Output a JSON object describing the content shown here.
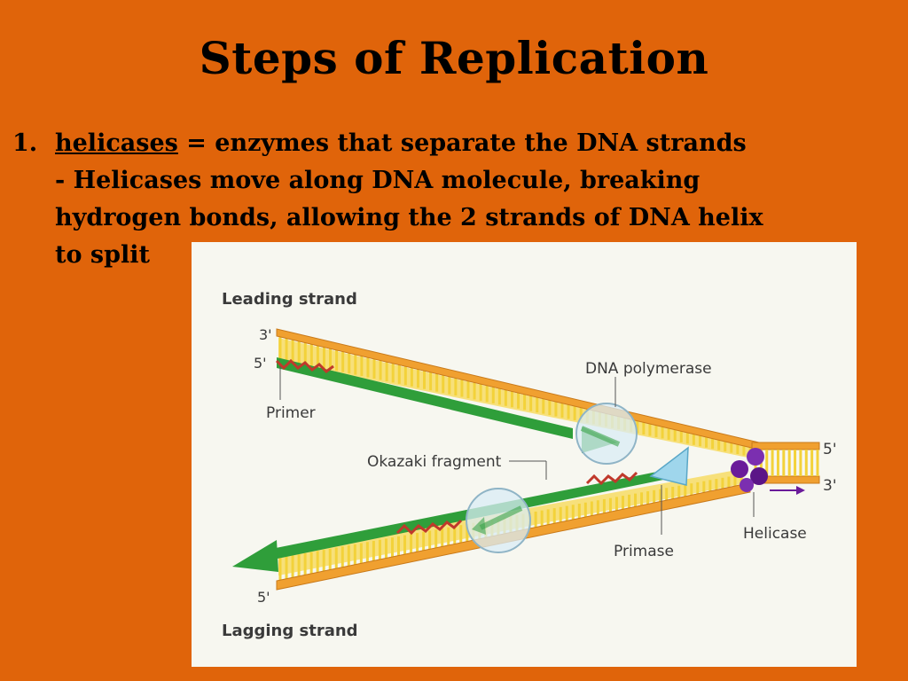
{
  "slide": {
    "title": "Steps of Replication",
    "item_number": "1.",
    "term": "helicases",
    "definition": " = enzymes that separate the DNA strands",
    "detail_line1": "- Helicases move along DNA molecule, breaking",
    "detail_line2": "hydrogen bonds, allowing the 2 strands of DNA helix",
    "detail_line3": "to split"
  },
  "diagram": {
    "leading_strand_label": "Leading strand",
    "lagging_strand_label": "Lagging strand",
    "dna_polymerase_label": "DNA polymerase",
    "primer_label": "Primer",
    "okazaki_label": "Okazaki fragment",
    "primase_label": "Primase",
    "helicase_label": "Helicase",
    "end_3_top": "3'",
    "end_5_top": "5'",
    "end_5_right": "5'",
    "end_3_right": "3'",
    "end_5_bottom": "5'",
    "colors": {
      "background": "#e0640a",
      "backbone": "#f0a030",
      "rung": "#f3d23a",
      "new_strand": "#2f9e3a",
      "primer": "#c0392b",
      "helicase": "#6a1b9a"
    }
  }
}
